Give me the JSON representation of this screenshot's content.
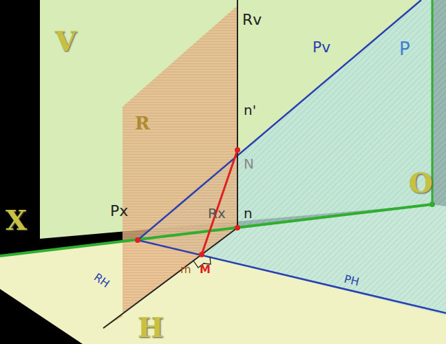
{
  "diagram": {
    "labels": [
      "V",
      "R",
      "Rv",
      "Pv",
      "P",
      "n'",
      "N",
      "O",
      "X",
      "Px",
      "Rx",
      "n",
      "m",
      "M",
      "RH",
      "PH",
      "H"
    ]
  }
}
